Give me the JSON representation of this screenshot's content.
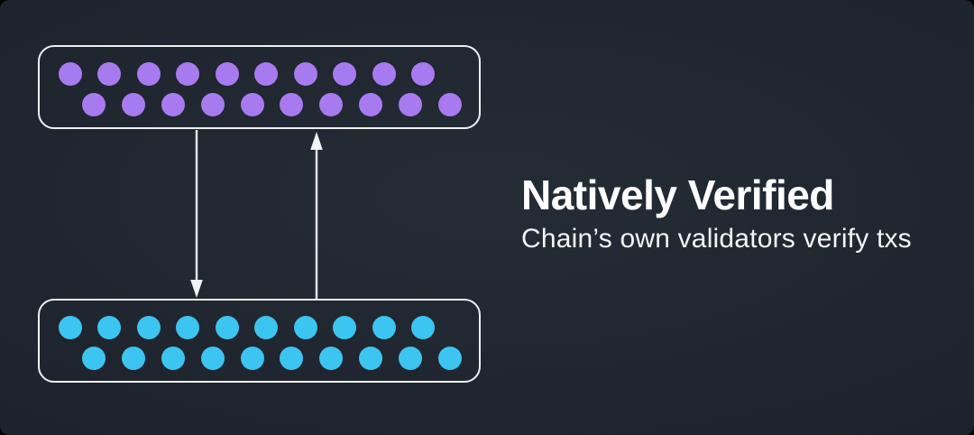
{
  "caption": {
    "title": "Natively Verified",
    "subtitle": "Chain’s own validators verify txs"
  },
  "diagram": {
    "top_validator_set": {
      "dot_color": "#a87af0",
      "dot_rows": [
        10,
        10
      ]
    },
    "bottom_validator_set": {
      "dot_color": "#3cc5f0",
      "dot_rows": [
        10,
        10
      ]
    },
    "arrows": [
      {
        "direction": "down",
        "from": "top_validator_set",
        "to": "bottom_validator_set"
      },
      {
        "direction": "up",
        "from": "bottom_validator_set",
        "to": "top_validator_set"
      }
    ]
  },
  "colors": {
    "background": "#1e242d",
    "box_border": "#eef1f3",
    "arrow": "#dfe2e6",
    "title_text": "#ffffff",
    "subtitle_text": "#f3f5f7",
    "top_dots": "#a87af0",
    "bottom_dots": "#3cc5f0"
  }
}
